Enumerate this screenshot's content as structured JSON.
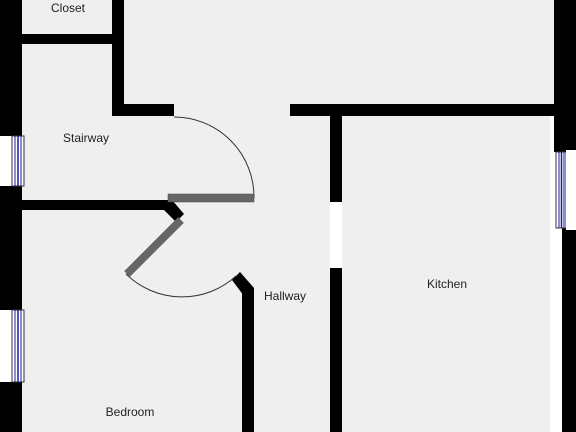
{
  "rooms": {
    "closet": "Closet",
    "stairway": "Stairway",
    "hallway": "Hallway",
    "kitchen": "Kitchen",
    "bedroom": "Bedroom"
  },
  "colors": {
    "floor": "#efefef",
    "wall": "#000000",
    "door_leaf": "#666666",
    "window_glass": "#1a1aa6",
    "window_frame": "#ffffff"
  }
}
